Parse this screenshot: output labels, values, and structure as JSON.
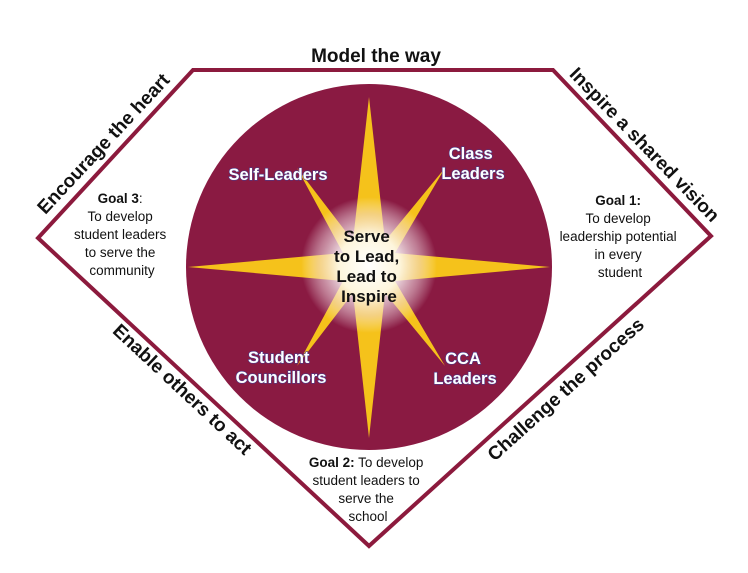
{
  "sides": {
    "top": "Model the way",
    "upper_left": "Encourage the heart",
    "upper_right": "Inspire a shared vision",
    "lower_left": "Enable others to act",
    "lower_right": "Challenge the process"
  },
  "roles": {
    "self_leaders": "Self-Leaders",
    "class_leaders": [
      "Class",
      "Leaders"
    ],
    "student_councillors": [
      "Student",
      "Councillors"
    ],
    "cca_leaders": [
      "CCA",
      "Leaders"
    ]
  },
  "center": [
    "Serve",
    "to Lead,",
    "Lead to",
    "Inspire"
  ],
  "goals": {
    "goal1": {
      "head": "Goal 1:",
      "lines": [
        "To develop",
        "leadership potential",
        "in every",
        "student"
      ]
    },
    "goal2": {
      "head": "Goal 2:",
      "first_rest": " To develop",
      "lines": [
        "student leaders to",
        "serve the",
        "school"
      ]
    },
    "goal3": {
      "head": "Goal 3",
      "head_suffix": ":",
      "lines": [
        "To develop",
        "student leaders",
        "to serve the",
        "community"
      ]
    }
  },
  "colors": {
    "outline": "#8c1a3d",
    "circle": "#8a1a42",
    "star": "#f5c21b",
    "glow": "#ffffff",
    "role_text": "#ffffff"
  }
}
